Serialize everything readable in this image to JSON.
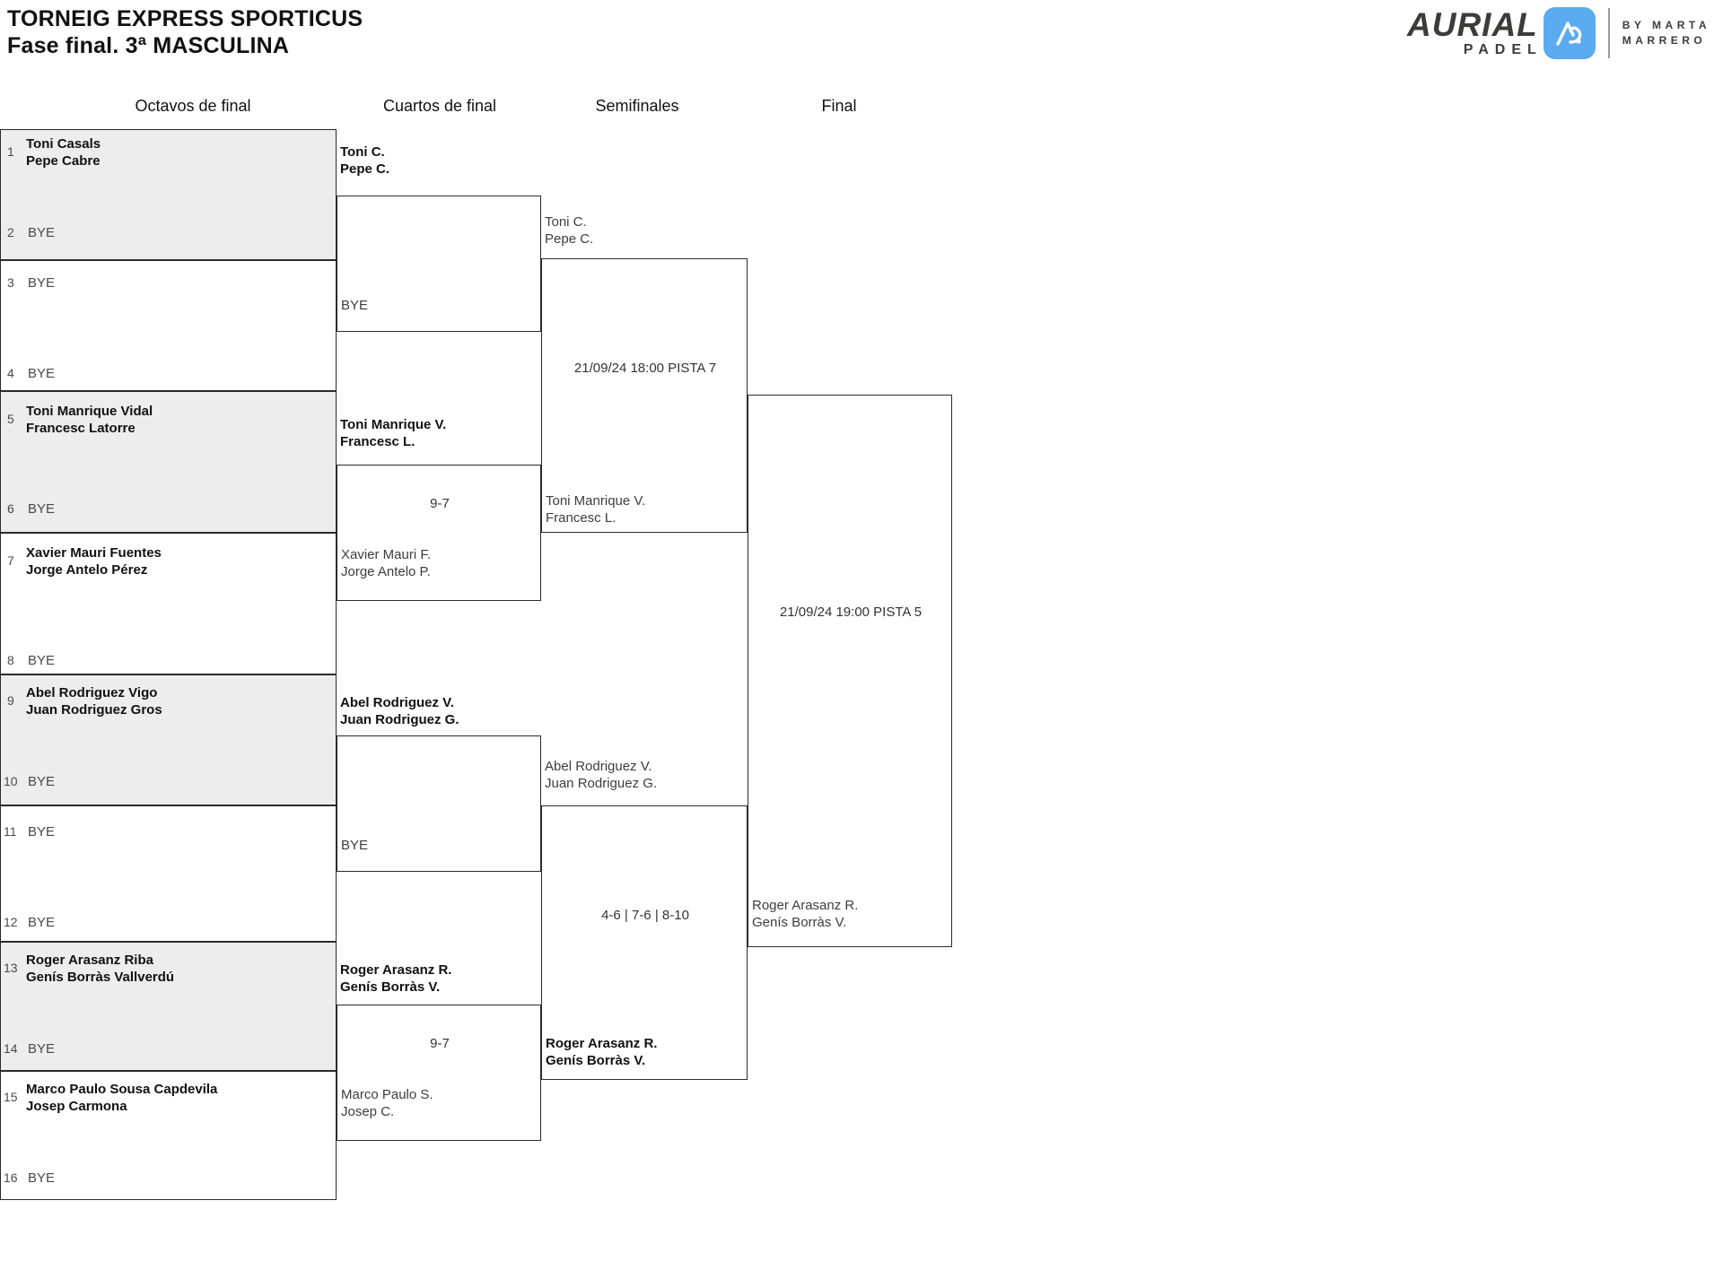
{
  "header": {
    "title_line1": "TORNEIG EXPRESS SPORTICUS",
    "title_line2": "Fase final. 3ª MASCULINA"
  },
  "logo": {
    "brand": "AURIAL",
    "sub": "PADEL",
    "mark_alt": "AP",
    "by_line1": "BY  MARTA",
    "by_line2": "MARRERO",
    "accent_color": "#5aabf0",
    "text_color": "#3c3c3b"
  },
  "rounds": [
    {
      "label": "Octavos de final"
    },
    {
      "label": "Cuartos de final"
    },
    {
      "label": "Semifinales"
    },
    {
      "label": "Final"
    }
  ],
  "round1": {
    "seeds": [
      {
        "no": "1",
        "line1": "Toni Casals",
        "line2": "Pepe Cabre"
      },
      {
        "no": "2",
        "bye": "BYE"
      },
      {
        "no": "3",
        "bye": "BYE"
      },
      {
        "no": "4",
        "bye": "BYE"
      },
      {
        "no": "5",
        "line1": "Toni Manrique Vidal",
        "line2": "Francesc Latorre"
      },
      {
        "no": "6",
        "bye": "BYE"
      },
      {
        "no": "7",
        "line1": "Xavier Mauri Fuentes",
        "line2": "Jorge Antelo Pérez"
      },
      {
        "no": "8",
        "bye": "BYE"
      },
      {
        "no": "9",
        "line1": "Abel Rodriguez Vigo",
        "line2": "Juan Rodriguez Gros"
      },
      {
        "no": "10",
        "bye": "BYE"
      },
      {
        "no": "11",
        "bye": "BYE"
      },
      {
        "no": "12",
        "bye": "BYE"
      },
      {
        "no": "13",
        "line1": "Roger Arasanz Riba",
        "line2": "Genís Borràs Vallverdú"
      },
      {
        "no": "14",
        "bye": "BYE"
      },
      {
        "no": "15",
        "line1": "Marco Paulo Sousa Capdevila",
        "line2": "Josep Carmona"
      },
      {
        "no": "16",
        "bye": "BYE"
      }
    ]
  },
  "round2": {
    "matches": [
      {
        "top_line1": "Toni C.",
        "top_line2": "Pepe C.",
        "bottom_bye": "BYE",
        "score": ""
      },
      {
        "top_line1": "Toni Manrique V.",
        "top_line2": "Francesc L.",
        "bottom_line1": "Xavier Mauri F.",
        "bottom_line2": "Jorge Antelo P.",
        "score": "9-7"
      },
      {
        "top_line1": "Abel Rodriguez V.",
        "top_line2": "Juan Rodriguez G.",
        "bottom_bye": "BYE",
        "score": ""
      },
      {
        "top_line1": "Roger Arasanz R.",
        "top_line2": "Genís Borràs V.",
        "bottom_line1": "Marco Paulo S.",
        "bottom_line2": "Josep C.",
        "score": "9-7"
      }
    ]
  },
  "round3": {
    "matches": [
      {
        "top_line1": "Toni C.",
        "top_line2": "Pepe C.",
        "bottom_line1": "Toni Manrique V.",
        "bottom_line2": "Francesc L.",
        "info": "21/09/24 18:00 PISTA 7"
      },
      {
        "top_line1": "Abel Rodriguez V.",
        "top_line2": "Juan Rodriguez G.",
        "bottom_line1": "Roger Arasanz R.",
        "bottom_line2": "Genís Borràs V.",
        "info": "4-6 | 7-6 | 8-10"
      }
    ]
  },
  "round4": {
    "match": {
      "bottom_line1": "Roger Arasanz R.",
      "bottom_line2": "Genís Borràs V.",
      "info": "21/09/24 19:00 PISTA 5"
    }
  }
}
